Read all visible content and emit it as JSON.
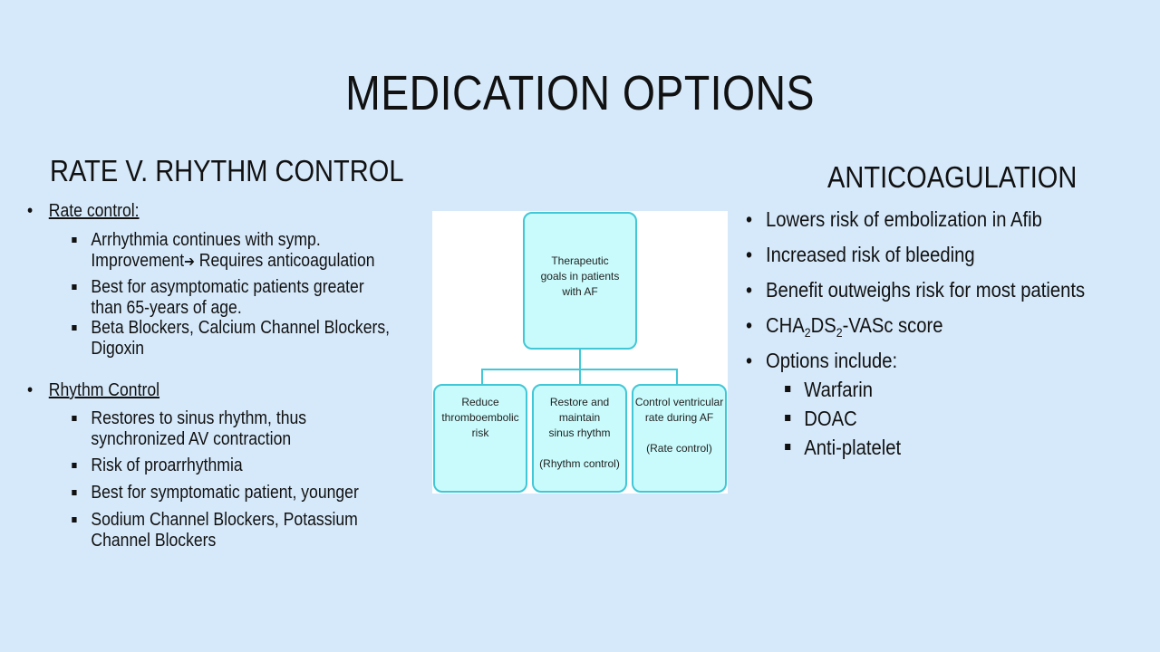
{
  "slide": {
    "title": "MEDICATION OPTIONS"
  },
  "left": {
    "heading": "RATE V. RHYTHM CONTROL",
    "sections": [
      {
        "label": "Rate control:",
        "items": [
          [
            "Arrhythmia continues with symp.",
            "Improvement",
            "Requires anticoagulation"
          ],
          [
            "Best for asymptomatic patients greater",
            "than 65-years of age."
          ],
          [
            "Beta Blockers, Calcium Channel Blockers,",
            "Digoxin"
          ]
        ]
      },
      {
        "label": "Rhythm Control",
        "items": [
          [
            "Restores to sinus rhythm, thus",
            "synchronized AV contraction"
          ],
          [
            "Risk of proarrhythmia"
          ],
          [
            "Best for symptomatic patient, younger"
          ],
          [
            "Sodium Channel Blockers, Potassium",
            "Channel Blockers"
          ]
        ]
      }
    ]
  },
  "diagram": {
    "root": [
      "Therapeutic",
      "goals in patients",
      "with AF"
    ],
    "children": [
      [
        "Reduce",
        "thromboembolic",
        "risk"
      ],
      [
        "Restore and maintain",
        "sinus rhythm",
        "",
        "(Rhythm control)"
      ],
      [
        "Control ventricular",
        "rate during AF",
        "",
        "(Rate control)"
      ]
    ],
    "colors": {
      "fill": "#c9fbfc",
      "stroke": "#41c7d6"
    }
  },
  "right": {
    "heading": "ANTICOAGULATION",
    "items": [
      "Lowers risk of embolization in Afib",
      "Increased risk of bleeding",
      "Benefit outweighs risk for most patients",
      {
        "a": "CHA",
        "s1": "2",
        "b": "DS",
        "s2": "2",
        "c": "-VASc score"
      },
      "Options include:"
    ],
    "options": [
      "Warfarin",
      "DOAC",
      "Anti-platelet"
    ]
  },
  "background": "#d6e9fa"
}
